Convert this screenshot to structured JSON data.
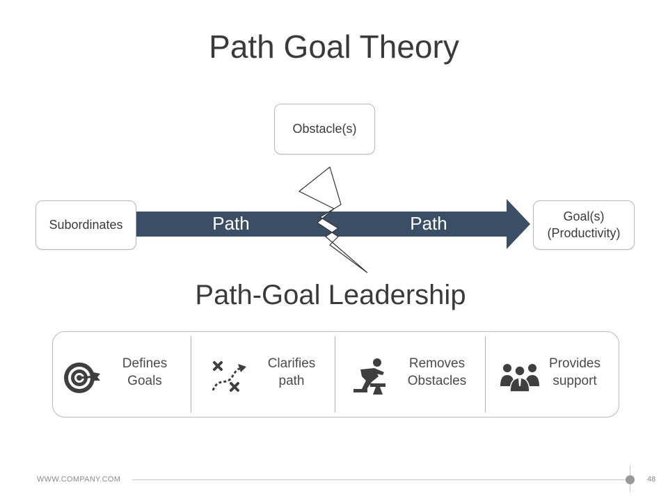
{
  "title": "Path Goal Theory",
  "diagram": {
    "obstacle": "Obstacle(s)",
    "subordinates": "Subordinates",
    "path_left": "Path",
    "path_right": "Path",
    "goal_line1": "Goal(s)",
    "goal_line2": "(Productivity)"
  },
  "subtitle": "Path-Goal Leadership",
  "items": [
    {
      "icon": "target-icon",
      "line1": "Defines",
      "line2": "Goals"
    },
    {
      "icon": "route-plan-icon",
      "line1": "Clarifies",
      "line2": "path"
    },
    {
      "icon": "hurdle-jump-icon",
      "line1": "Removes",
      "line2": "Obstacles"
    },
    {
      "icon": "team-icon",
      "line1": "Provides",
      "line2": "support"
    }
  ],
  "footer": {
    "url": "WWW.COMPANY.COM",
    "page": "48"
  },
  "colors": {
    "arrow": "#3a4e66",
    "text": "#3a3a3a",
    "icon": "#3f3f3f"
  }
}
